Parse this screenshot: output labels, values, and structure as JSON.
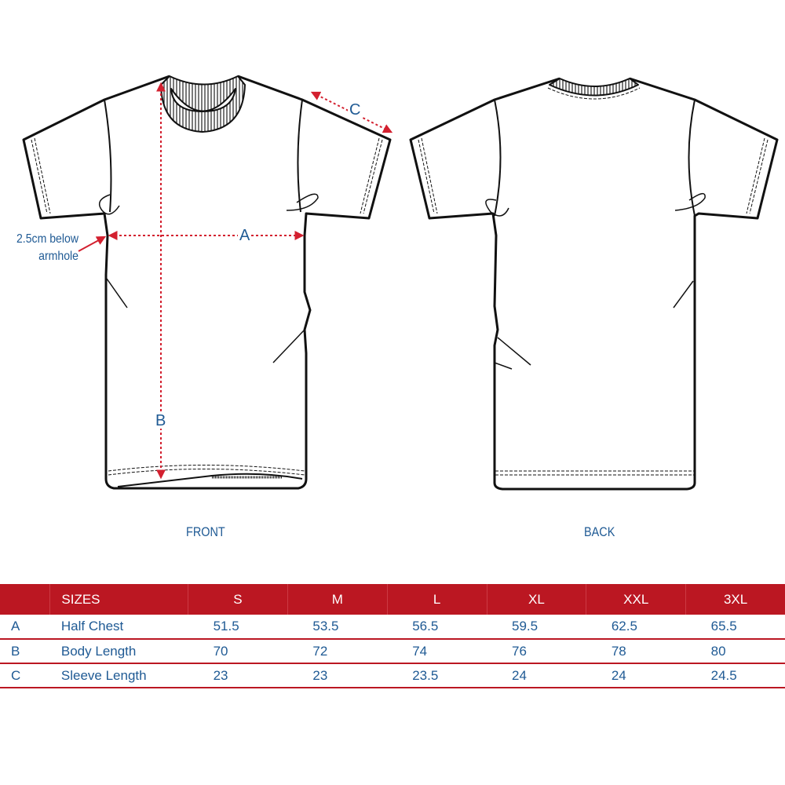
{
  "diagram": {
    "front_label": "FRONT",
    "back_label": "BACK",
    "annotations": {
      "chest_point_note_line1": "2.5cm below",
      "chest_point_note_line2": "armhole",
      "dim_a": "A",
      "dim_b": "B",
      "dim_c": "C"
    },
    "colors": {
      "measure_line": "#d3202f",
      "label_text": "#1f5a94",
      "outline": "#111111"
    }
  },
  "size_table": {
    "header_color": "#bb1722",
    "columns": [
      "SIZES",
      "S",
      "M",
      "L",
      "XL",
      "XXL",
      "3XL"
    ],
    "rows": [
      {
        "code": "A",
        "name": "Half Chest",
        "values": [
          "51.5",
          "53.5",
          "56.5",
          "59.5",
          "62.5",
          "65.5"
        ]
      },
      {
        "code": "B",
        "name": "Body Length",
        "values": [
          "70",
          "72",
          "74",
          "76",
          "78",
          "80"
        ]
      },
      {
        "code": "C",
        "name": "Sleeve Length",
        "values": [
          "23",
          "23",
          "23.5",
          "24",
          "24",
          "24.5"
        ]
      }
    ]
  }
}
